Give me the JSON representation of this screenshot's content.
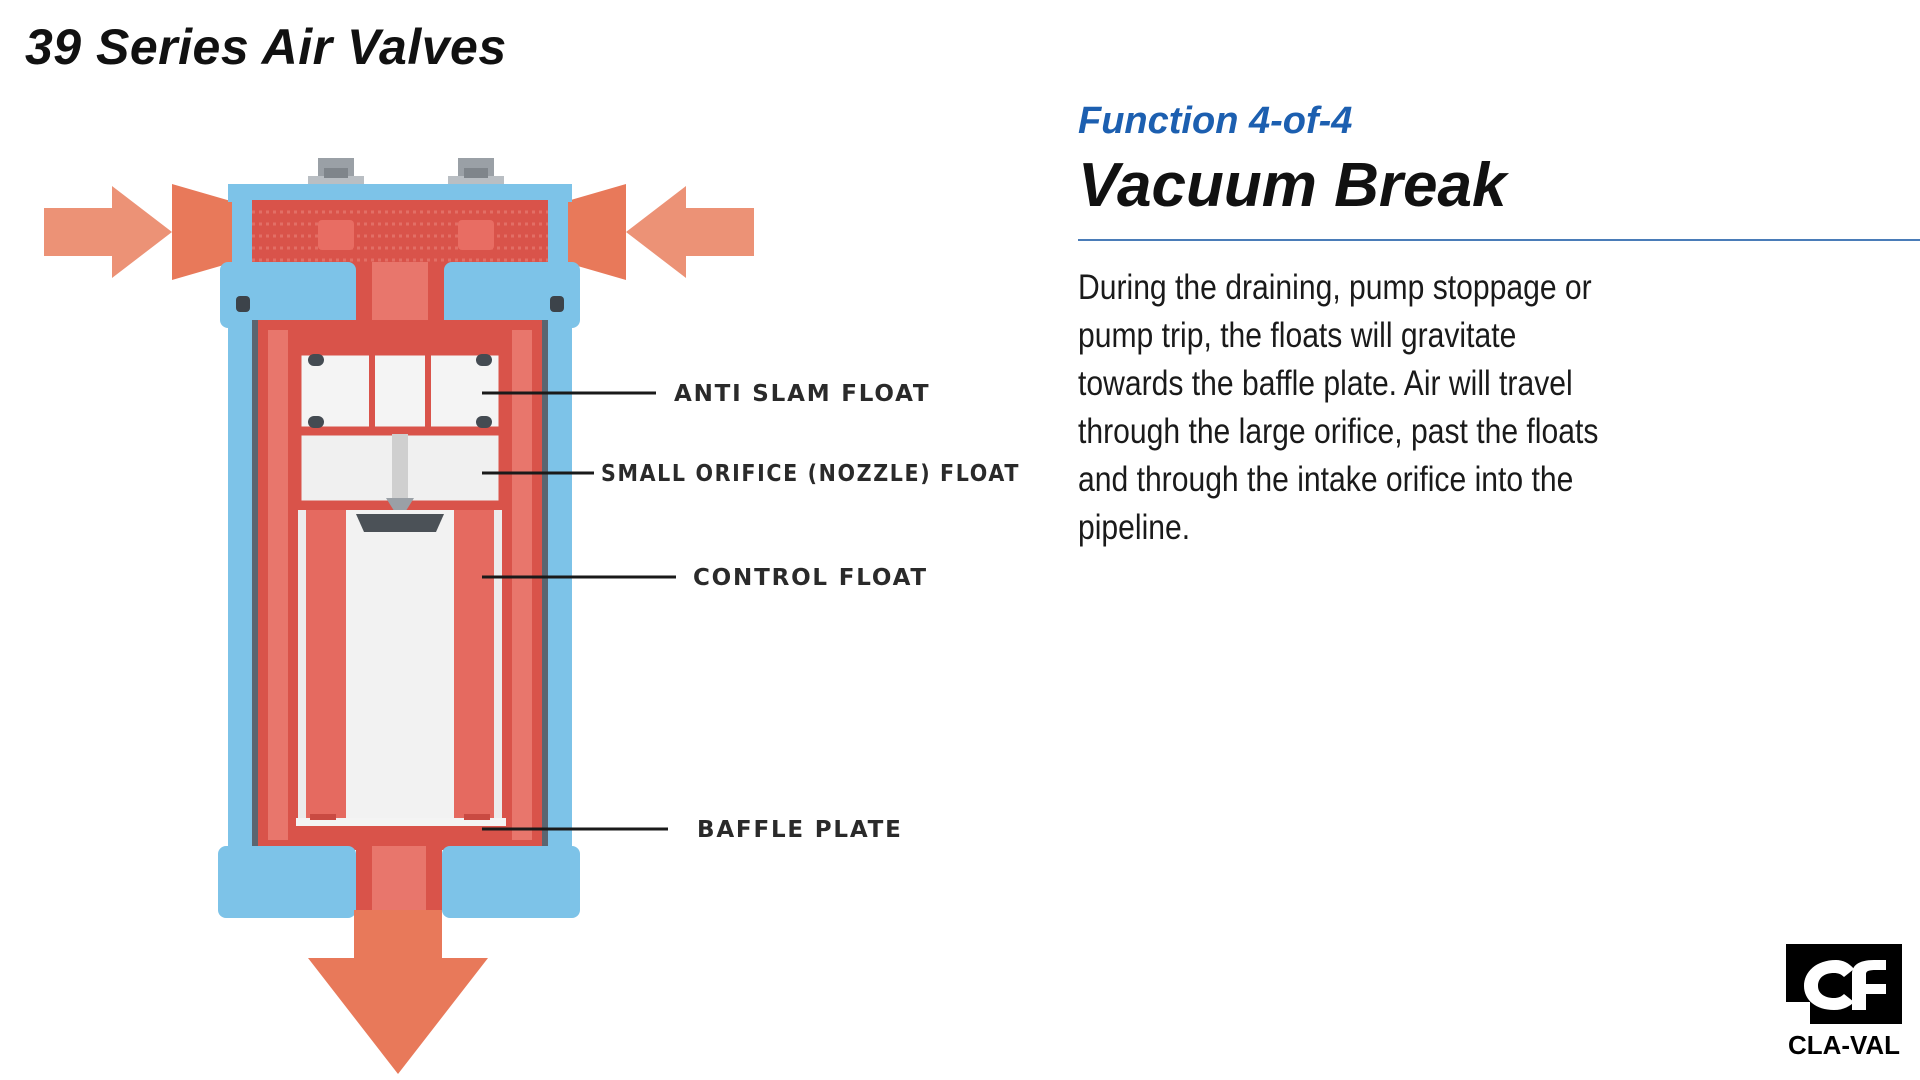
{
  "header": {
    "title": "39 Series Air Valves"
  },
  "function": {
    "subtitle": "Function 4-of-4",
    "title": "Vacuum Break",
    "description": "During the draining, pump stoppage or pump trip, the floats will gravitate towards the baffle plate. Air will travel through the large orifice, past the floats and through the intake orifice into the pipeline."
  },
  "diagram": {
    "labels": {
      "anti_slam": "ANTI SLAM FLOAT",
      "small_orifice": "SMALL ORIFICE (NOZZLE) FLOAT",
      "control": "CONTROL FLOAT",
      "baffle": "BAFFLE PLATE"
    },
    "flow": "air intake from both sides, discharge downward into pipeline"
  },
  "logo": {
    "text": "CLA-VAL"
  },
  "colors": {
    "accent_blue": "#1c5fb0",
    "valve_body": "#7dc3e8",
    "interior_red": "#d9534a",
    "arrow_salmon": "#ec9276",
    "arrow_orange": "#e8795a",
    "float_white": "#f0f0f0"
  }
}
